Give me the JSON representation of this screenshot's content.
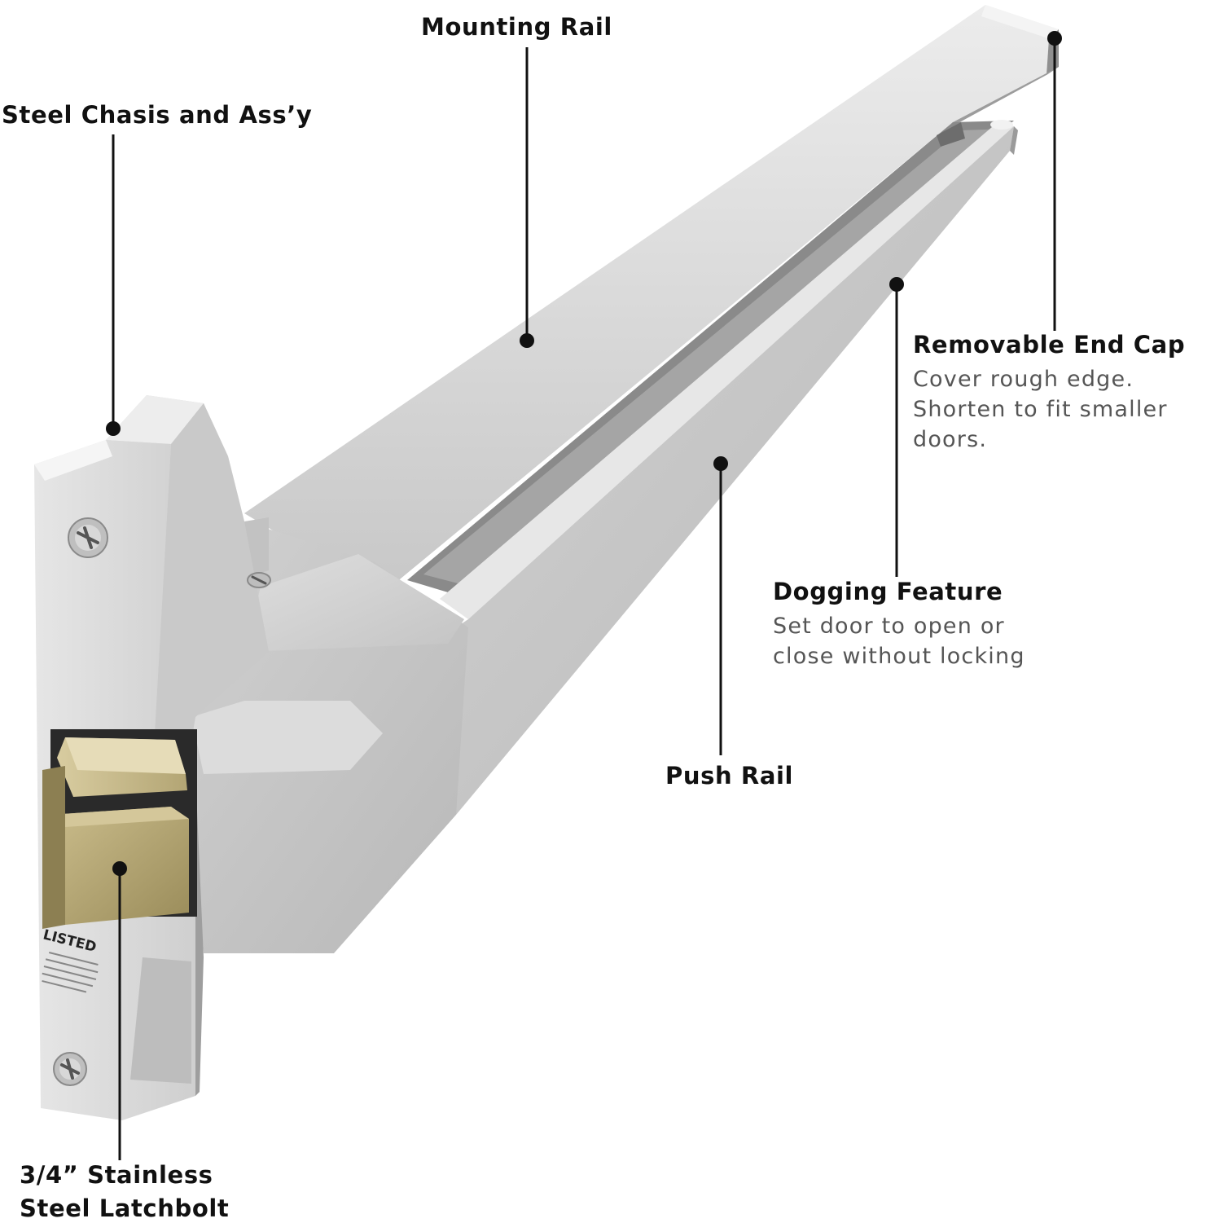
{
  "callouts": {
    "mounting_rail": {
      "title": "Mounting Rail"
    },
    "steel_chassis": {
      "title": "Steel Chasis and Ass’y"
    },
    "removable_end_cap": {
      "title": "Removable End Cap",
      "description": [
        "Cover rough edge.",
        "Shorten to fit smaller",
        "doors."
      ]
    },
    "dogging_feature": {
      "title": "Dogging Feature",
      "description": [
        "Set door to open or",
        "close without locking"
      ]
    },
    "push_rail": {
      "title": "Push Rail"
    },
    "latchbolt": {
      "title_lines": [
        "3/4” Stainless",
        "Steel Latchbolt"
      ]
    }
  },
  "product": {
    "plate_label": "LISTED"
  },
  "colors": {
    "background": "#ffffff",
    "body_metal": "#cfcfcf",
    "body_shadow": "#a9a9a9",
    "brass": "#b7a774",
    "leader": "#111111",
    "title_text": "#111111",
    "description_text": "#555555"
  },
  "icons": [
    "screw-icon"
  ]
}
